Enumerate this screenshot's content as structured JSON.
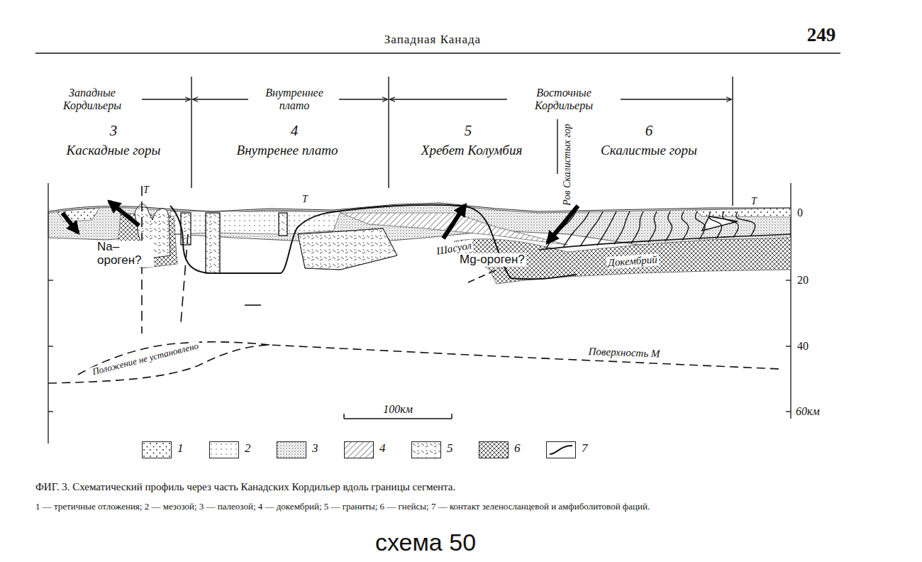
{
  "diagram": {
    "title": "Западная Канада",
    "caption": "ФИГ. 3. Схематический профиль через часть Канадских Кордильер вдоль границы сегмента.",
    "labels": [
      "249",
      "Западные Кордильеры",
      "Внутреннее плато",
      "Восточные Кордильеры",
      "3",
      "Каскадные горы",
      "4",
      "Внутренее плато",
      "5",
      "Хребет Колумбия",
      "6",
      "Скалистые горы",
      "Ров Скалистых гор",
      "Т",
      "Т",
      "Т",
      "Na– ороген?",
      "Mg-ороген?",
      "Шасуол",
      "Докембрий",
      "Положение не установлено",
      "Поверхность М",
      "0",
      "20",
      "40",
      "60км",
      "100км",
      "Т",
      "1 — третичные отложения; 2 — мезозой; 3 — палеозой; 4 — докембрий; 5 — граниты; 6 — гнейсы; 7 — контакт зеленосланцевой и амфиболитовой фаций.",
      "схема 50"
    ],
    "legend": [
      {
        "text": "1"
      },
      {
        "text": "2"
      },
      {
        "text": "3"
      },
      {
        "text": "4"
      },
      {
        "text": "5"
      },
      {
        "text": "6"
      },
      {
        "text": "7"
      }
    ]
  }
}
